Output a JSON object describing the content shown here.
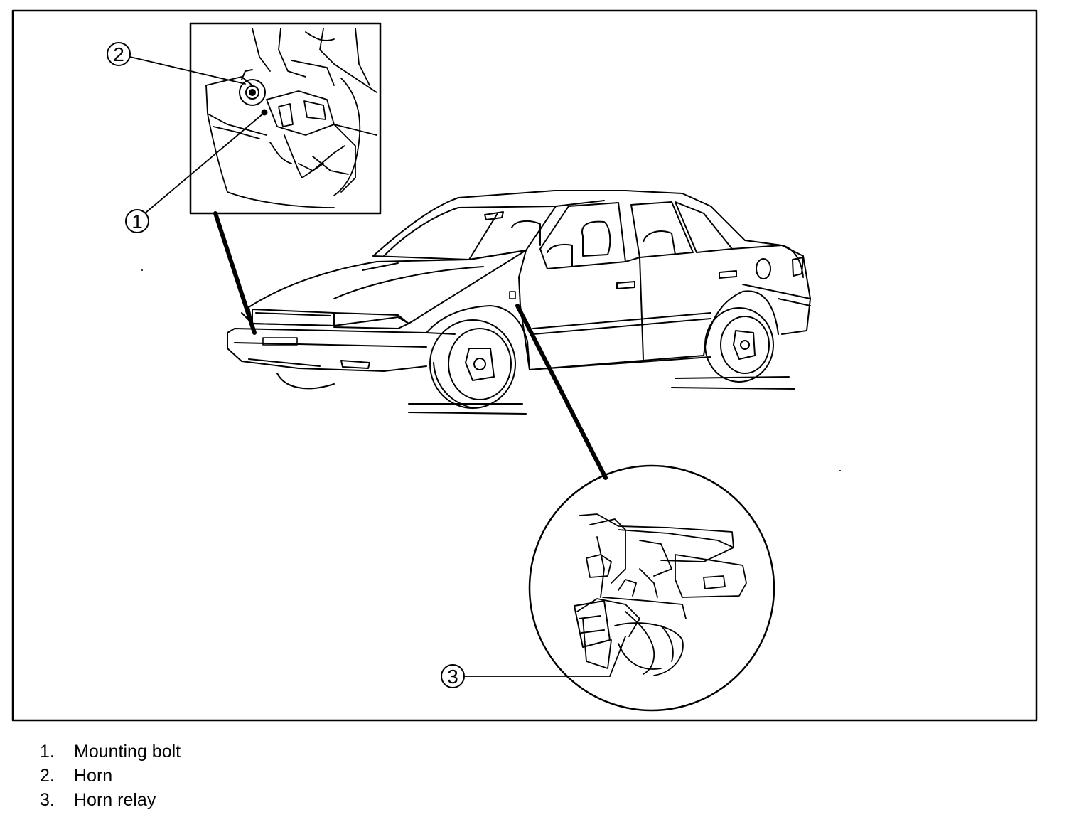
{
  "callouts": [
    {
      "id": "1",
      "label": "1"
    },
    {
      "id": "2",
      "label": "2"
    },
    {
      "id": "3",
      "label": "3"
    }
  ],
  "legend": [
    {
      "number": "1.",
      "text": "Mounting bolt"
    },
    {
      "number": "2.",
      "text": "Horn"
    },
    {
      "number": "3.",
      "text": "Horn relay"
    }
  ],
  "colors": {
    "line": "#000000",
    "background": "#ffffff"
  }
}
